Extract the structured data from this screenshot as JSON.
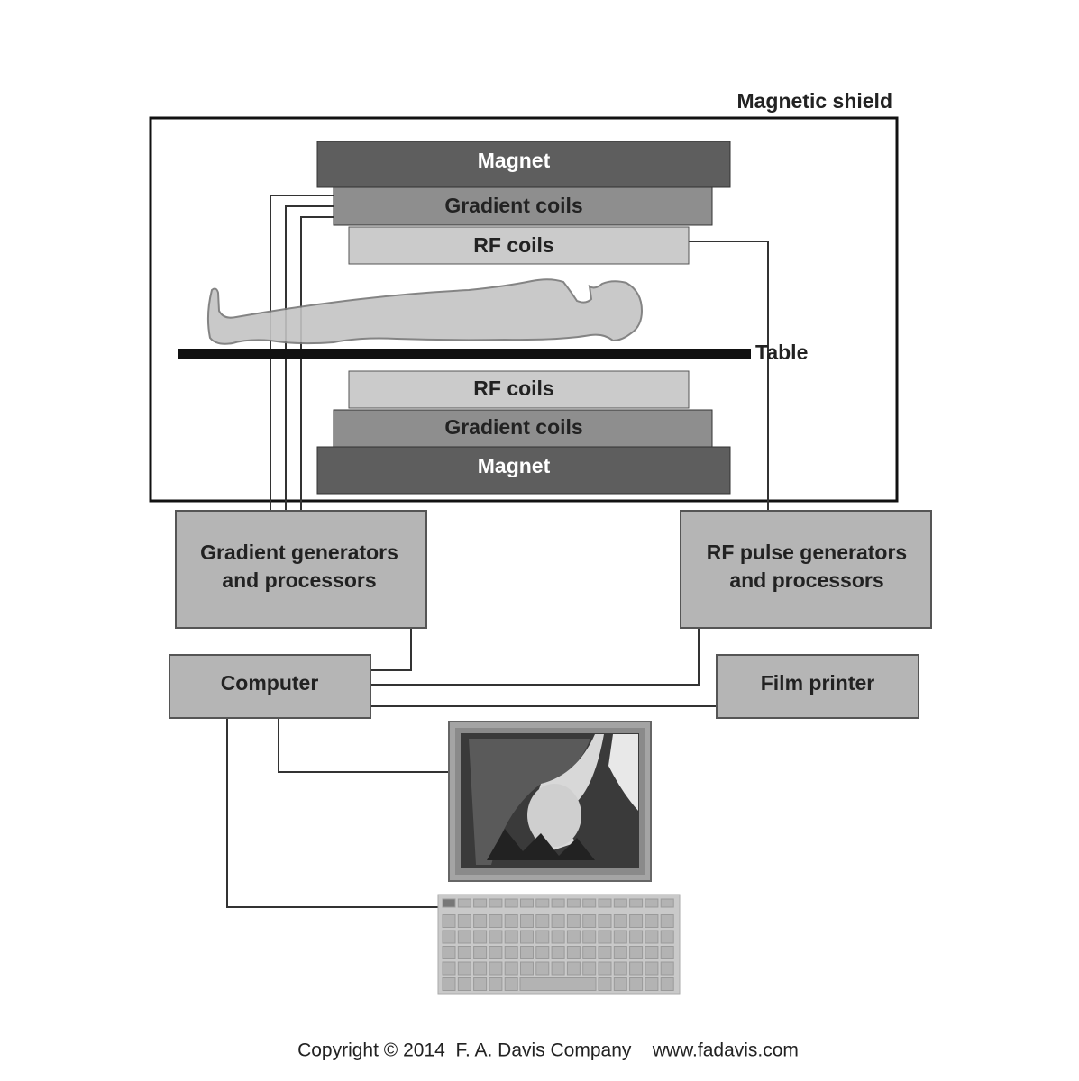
{
  "labels": {
    "shield": "Magnetic shield",
    "magnet_top": "Magnet",
    "gradient_top": "Gradient coils",
    "rf_top": "RF coils",
    "table": "Table",
    "rf_bottom": "RF coils",
    "gradient_bottom": "Gradient coils",
    "magnet_bottom": "Magnet",
    "gradient_gen_line1": "Gradient generators",
    "gradient_gen_line2": "and processors",
    "rf_gen_line1": "RF pulse generators",
    "rf_gen_line2": "and processors",
    "computer": "Computer",
    "film_printer": "Film printer"
  },
  "footer": {
    "copyright": "Copyright © 2014  F. A. Davis Company    www.fadavis.com"
  },
  "colors": {
    "magnet": "#5e5e5e",
    "gradient": "#8e8e8e",
    "rf": "#cbcbcb",
    "box": "#b5b5b5",
    "body": "#c4c4c4"
  }
}
